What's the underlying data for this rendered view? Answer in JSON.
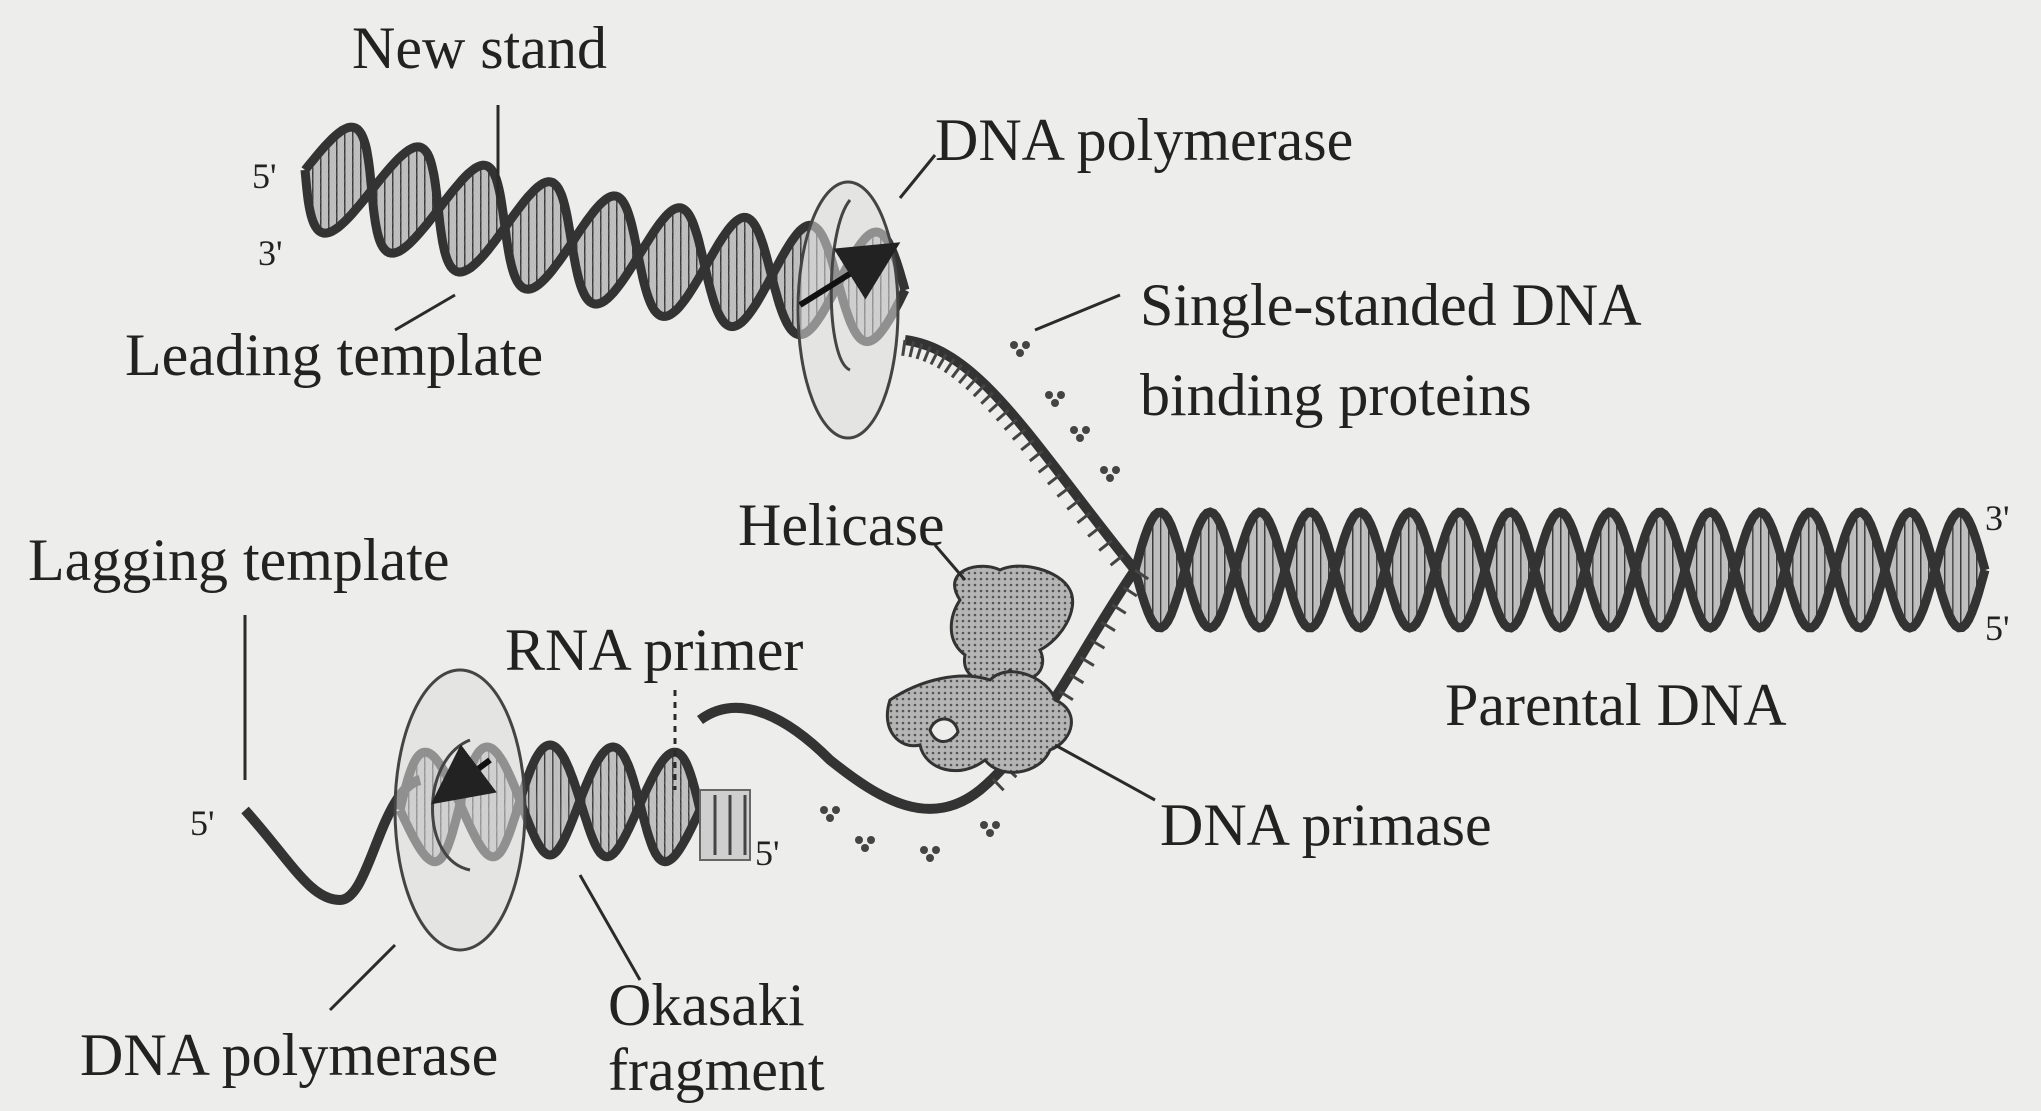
{
  "labels": {
    "new_strand": "New stand",
    "dna_polymerase_top": "DNA polymerase",
    "ssb_line1": "Single-standed DNA",
    "ssb_line2": "binding proteins",
    "leading_template": "Leading template",
    "helicase": "Helicase",
    "lagging_template": "Lagging template",
    "rna_primer": "RNA primer",
    "parental_dna": "Parental DNA",
    "dna_primase": "DNA primase",
    "dna_polymerase_bottom": "DNA polymerase",
    "okasaki_line1": "Okasaki",
    "okasaki_line2": "fragment"
  },
  "end_marks": {
    "top_5": "5'",
    "top_3": "3'",
    "right_3": "3'",
    "right_5": "5'",
    "lagging_5": "5'",
    "okazaki_5": "5'"
  },
  "colors": {
    "background": "#ededeb",
    "strand": "#3a3a3a",
    "enzyme_fill": "#8f8f8f",
    "ring_fill": "#dcdcdc",
    "text": "#222222"
  }
}
